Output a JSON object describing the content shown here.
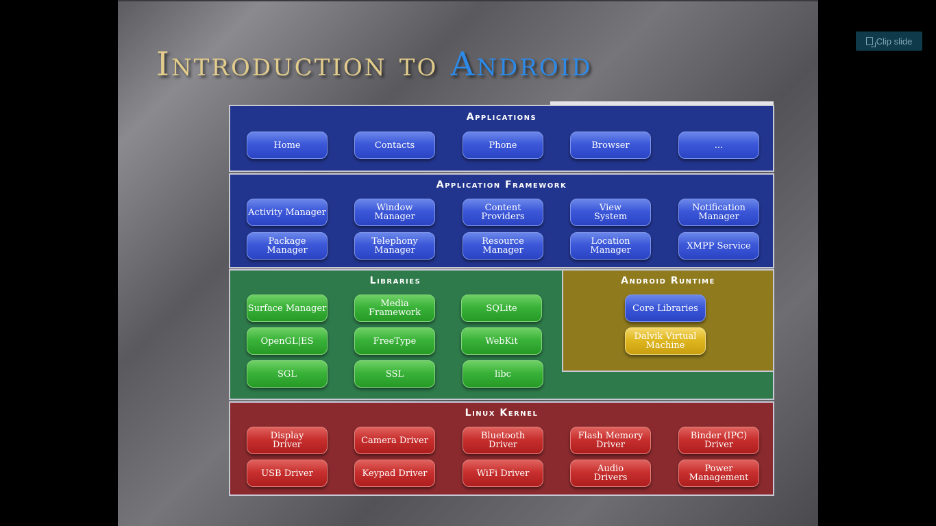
{
  "slide": {
    "title_part1": "Introduction to",
    "title_part2": "Android"
  },
  "clip_button": {
    "label": "Clip slide",
    "icon": "clip-icon"
  },
  "layers": {
    "applications": {
      "title": "Applications",
      "items": [
        "Home",
        "Contacts",
        "Phone",
        "Browser",
        "..."
      ]
    },
    "framework": {
      "title": "Application Framework",
      "items": [
        "Activity Manager",
        "Window\nManager",
        "Content\nProviders",
        "View\nSystem",
        "Notification\nManager",
        "Package Manager",
        "Telephony\nManager",
        "Resource\nManager",
        "Location\nManager",
        "XMPP Service"
      ]
    },
    "libraries": {
      "title": "Libraries",
      "items": [
        "Surface Manager",
        "Media\nFramework",
        "SQLite",
        "OpenGL|ES",
        "FreeType",
        "WebKit",
        "SGL",
        "SSL",
        "libc"
      ]
    },
    "runtime": {
      "title": "Android Runtime",
      "items": [
        "Core Libraries",
        "Dalvik Virtual\nMachine"
      ]
    },
    "kernel": {
      "title": "Linux Kernel",
      "items": [
        "Display\nDriver",
        "Camera Driver",
        "Bluetooth\nDriver",
        "Flash Memory\nDriver",
        "Binder (IPC)\nDriver",
        "USB Driver",
        "Keypad Driver",
        "WiFi Driver",
        "Audio\nDrivers",
        "Power\nManagement"
      ]
    }
  },
  "colors": {
    "apps_bg": "#22358e",
    "libs_bg": "#2e7a4a",
    "runtime_bg": "#8f7a1e",
    "kernel_bg": "#8a2a2e",
    "title_gold": "#e2cc8c",
    "title_blue": "#2d8ae8"
  }
}
